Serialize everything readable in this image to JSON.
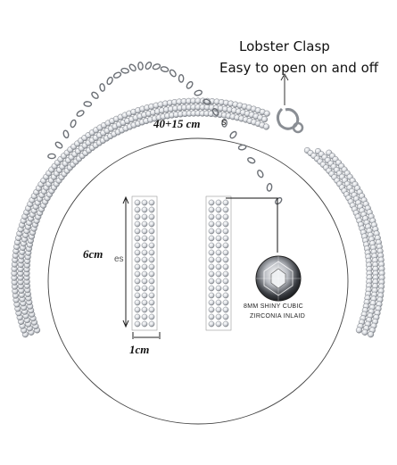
{
  "clasp": {
    "title": "Lobster Clasp",
    "description": "Easy to open on and off",
    "icon": "lobster-clasp-icon"
  },
  "dimensions": {
    "length_label": "40+15 cm",
    "length_fragment": "s",
    "height_label": "6cm",
    "height_fragment": "es",
    "width_label": "1cm"
  },
  "gem": {
    "line1": "8MM SHINY CUBIC",
    "line2": "ZIRCONIA INLAID",
    "icon": "round-zirconia-gem-icon"
  },
  "colors": {
    "metal": "#c9ccd1",
    "metal_dark": "#7d8188",
    "outline": "#333333"
  }
}
